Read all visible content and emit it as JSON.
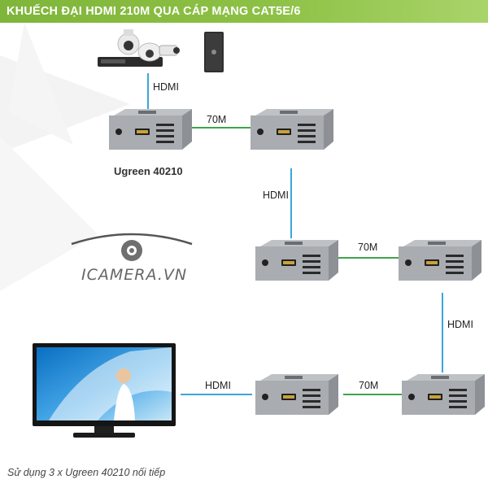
{
  "header": {
    "title": "KHUẾCH ĐẠI HDMI 210M QUA CÁP MẠNG CAT5E/6"
  },
  "colors": {
    "header_green": "#8dc145",
    "link_green": "#3fa44b",
    "link_blue": "#3aa6dc"
  },
  "links": {
    "hdmi_source": "HDMI",
    "seg1": "70M",
    "hdmi_2": "HDMI",
    "seg2": "70M",
    "hdmi_3": "HDMI",
    "seg3": "70M",
    "hdmi_tv": "HDMI"
  },
  "device": {
    "model": "Ugreen 40210"
  },
  "logo": {
    "text": "ICAMERA.VN"
  },
  "footer": {
    "caption": "Sử dụng 3 x Ugreen 40210 nối tiếp"
  },
  "icons": [
    "security-cameras-icon",
    "desktop-pc-icon",
    "extender-box-icon",
    "tv-icon",
    "camera-aperture-logo-icon"
  ]
}
